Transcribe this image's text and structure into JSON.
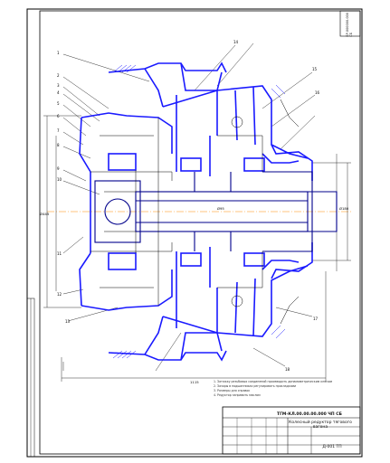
{
  "drawing": {
    "side_stamp": "БР.000000.000 СБ",
    "stamp_code": "ТГМ-КЛ.00.00.00.000 ЧП СБ",
    "stamp_title": "Колесный редуктор тягового вагона",
    "stamp_number": "Д-001 ТП",
    "notes": [
      "1. Затяжку резьбовых соединений производить динамометрическим ключом",
      "2. Зазоры в подшипниках регулировать прокладками",
      "3. Размеры для справок",
      "4. Редуктор заправить маслом"
    ],
    "callouts": [
      "1",
      "2",
      "3",
      "4",
      "5",
      "6",
      "7",
      "8",
      "9",
      "10",
      "11",
      "12",
      "13",
      "14",
      "15",
      "16",
      "17",
      "18"
    ],
    "dimensions": {
      "overall_length": "1115",
      "shaft_dia": "Ø95",
      "right_dia": "Ø180",
      "left_height": "Ø445"
    }
  },
  "colors": {
    "blue": "#1a1aff",
    "dark_blue": "#00008b",
    "line": "#000000",
    "center": "#ff8c00"
  }
}
